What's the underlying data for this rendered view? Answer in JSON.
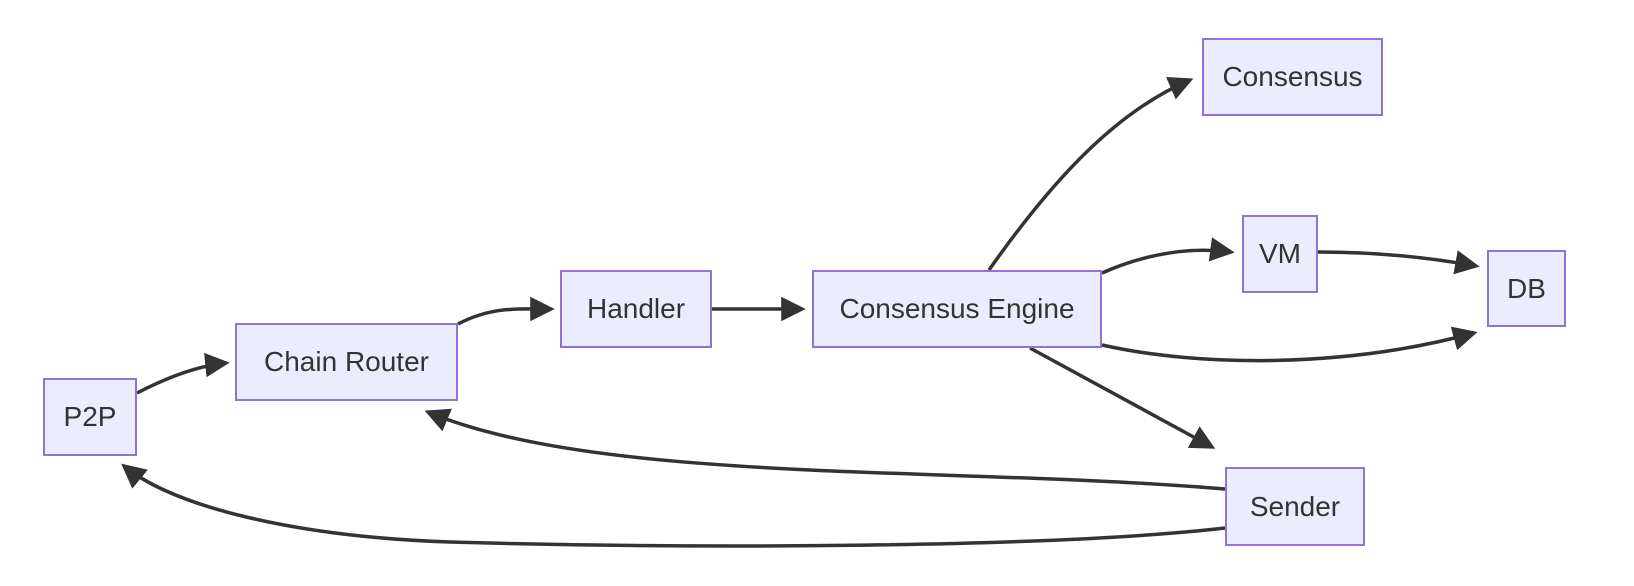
{
  "diagram": {
    "title": "",
    "colors": {
      "node_fill": "#ECECFF",
      "node_border": "#9370DB",
      "edge": "#333333",
      "text": "#333333",
      "background": "#FFFFFF"
    },
    "nodes": [
      {
        "id": "p2p",
        "label": "P2P"
      },
      {
        "id": "chain-router",
        "label": "Chain Router"
      },
      {
        "id": "handler",
        "label": "Handler"
      },
      {
        "id": "consensus-engine",
        "label": "Consensus Engine"
      },
      {
        "id": "consensus",
        "label": "Consensus"
      },
      {
        "id": "vm",
        "label": "VM"
      },
      {
        "id": "db",
        "label": "DB"
      },
      {
        "id": "sender",
        "label": "Sender"
      }
    ],
    "edges": [
      {
        "from": "P2P",
        "to": "Chain Router"
      },
      {
        "from": "Chain Router",
        "to": "Handler"
      },
      {
        "from": "Handler",
        "to": "Consensus Engine"
      },
      {
        "from": "Consensus Engine",
        "to": "Consensus"
      },
      {
        "from": "Consensus Engine",
        "to": "VM"
      },
      {
        "from": "VM",
        "to": "DB"
      },
      {
        "from": "Consensus Engine",
        "to": "DB"
      },
      {
        "from": "Consensus Engine",
        "to": "Sender"
      },
      {
        "from": "Sender",
        "to": "Chain Router"
      },
      {
        "from": "Sender",
        "to": "P2P"
      }
    ]
  }
}
